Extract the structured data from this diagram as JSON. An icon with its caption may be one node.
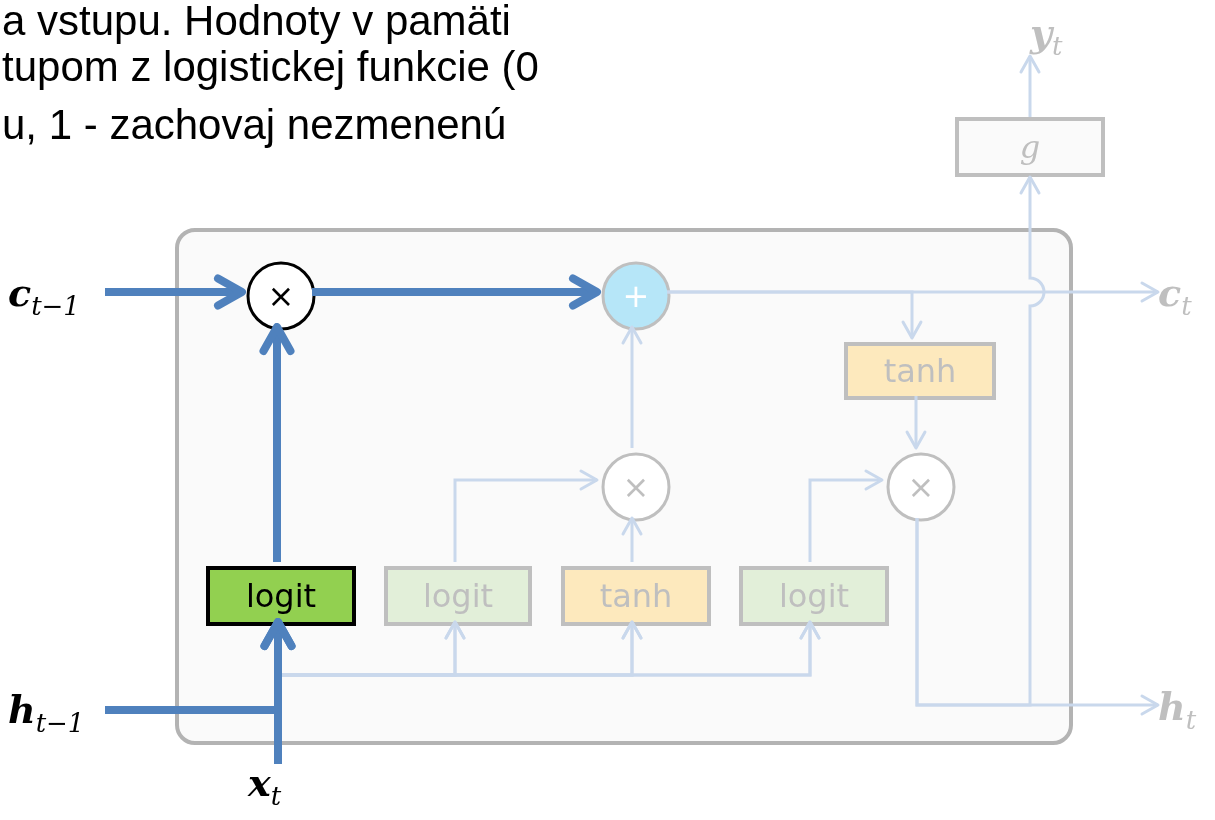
{
  "diagram": {
    "nodes": [
      {
        "text": [],
        "shape": "box"
      },
      {
        "text": [
          "×"
        ],
        "in": 0
      },
      {
        "text": [
          "+"
        ],
        "in": 0
      },
      {
        "text": [
          "tanh"
        ],
        "in": 0
      },
      {
        "text": [
          "×"
        ],
        "in": 0
      },
      {
        "text": [
          "×"
        ],
        "in": 0
      },
      {
        "text": [
          "logit"
        ],
        "in": 0
      },
      {
        "text": [
          "logit"
        ],
        "in": 0
      },
      {
        "text": [
          "tanh"
        ],
        "in": 0
      },
      {
        "text": [
          "logit"
        ],
        "in": 0
      },
      {
        "text": [
          "g"
        ]
      },
      {
        "text": [
          "**c**$_{t−1}$"
        ]
      },
      {
        "text": [
          "**h**$_{t−1}$"
        ]
      },
      {
        "text": [
          "**x**$_{t}$"
        ]
      },
      {
        "text": [
          "**c**$_{t}$"
        ]
      },
      {
        "text": [
          "**h**$_{t}$"
        ]
      },
      {
        "text": [
          "**y**$_{t}$"
        ]
      }
    ],
    "edges": [
      {
        "from": 11,
        "to": 1,
        "arrow": "to",
        "style": "thick",
        "color": "#4f81bd"
      },
      {
        "from": 1,
        "to": 2,
        "arrow": "to",
        "style": "thick",
        "color": "#4f81bd"
      },
      {
        "from": 6,
        "to": 1,
        "arrow": "to",
        "style": "thick",
        "color": "#4f81bd"
      },
      {
        "from": 12,
        "to": 6,
        "arrow": "to",
        "style": "thick",
        "color": "#4f81bd"
      },
      {
        "from": 13,
        "to": 6,
        "arrow": "to",
        "style": "thick",
        "color": "#4f81bd"
      },
      {
        "from": 12,
        "to": 7,
        "arrow": "to"
      },
      {
        "from": 12,
        "to": 8,
        "arrow": "to"
      },
      {
        "from": 12,
        "to": 9,
        "arrow": "to"
      },
      {
        "from": 13,
        "to": 7,
        "arrow": "to"
      },
      {
        "from": 13,
        "to": 8,
        "arrow": "to"
      },
      {
        "from": 13,
        "to": 9,
        "arrow": "to"
      },
      {
        "from": 7,
        "to": 4,
        "arrow": "to"
      },
      {
        "from": 8,
        "to": 4,
        "arrow": "to"
      },
      {
        "from": 4,
        "to": 2,
        "arrow": "to"
      },
      {
        "from": 9,
        "to": 5,
        "arrow": "to"
      },
      {
        "from": 2,
        "to": 14,
        "arrow": "to"
      },
      {
        "from": 2,
        "to": 3,
        "arrow": "to"
      },
      {
        "from": 3,
        "to": 5,
        "arrow": "to"
      },
      {
        "from": 5,
        "to": 15,
        "arrow": "to"
      },
      {
        "from": 5,
        "to": 10,
        "arrow": "to"
      },
      {
        "from": 10,
        "to": 16,
        "arrow": "to"
      }
    ],
    "labels": [
      "a vstupu. Hodnoty v pamäti",
      "tupom z logistickej funkcie (0",
      "u, 1 - zachovaj nezmenenú"
    ]
  }
}
